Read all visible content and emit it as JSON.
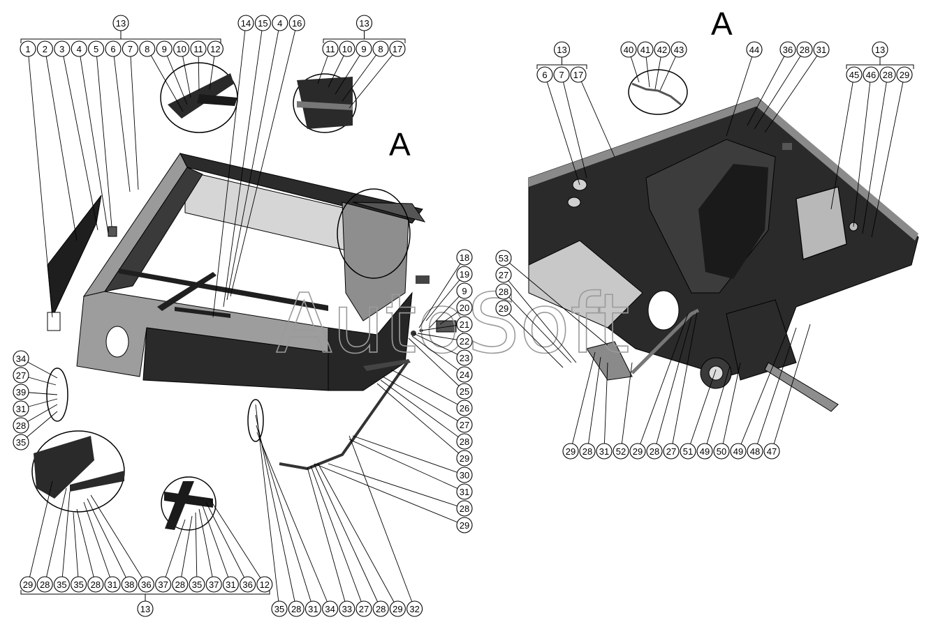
{
  "diagram": {
    "view_label_left": "A",
    "view_label_right": "A",
    "watermark": "AutoSoft",
    "groups": {
      "top_left": [
        "1",
        "2",
        "3",
        "4",
        "5",
        "6",
        "7",
        "8",
        "9",
        "10",
        "11",
        "12"
      ],
      "top_left_bracket": "13",
      "top_middle": [
        "14",
        "15",
        "4",
        "16"
      ],
      "top_right": [
        "11",
        "10",
        "9",
        "8",
        "17"
      ],
      "top_right_bracket": "13",
      "right_column": [
        "18",
        "19",
        "9",
        "20",
        "21",
        "22",
        "23",
        "24",
        "25",
        "26",
        "27",
        "28",
        "29",
        "30",
        "31",
        "28",
        "29"
      ],
      "left_column": [
        "34",
        "27",
        "39",
        "31",
        "28",
        "35"
      ],
      "bottom_left": [
        "29",
        "28",
        "35",
        "35",
        "28",
        "31",
        "38",
        "36",
        "37",
        "28",
        "35",
        "37",
        "31",
        "36",
        "12"
      ],
      "bottom_left_bracket": "13",
      "bottom_middle": [
        "35",
        "28",
        "31",
        "34",
        "33",
        "27",
        "28",
        "29",
        "32"
      ],
      "view_top_left": [
        "6",
        "7",
        "17"
      ],
      "view_top_left_bracket": "13",
      "view_top_mid": [
        "40",
        "41",
        "42",
        "43"
      ],
      "view_top_single": "44",
      "view_top_right": [
        "36",
        "28",
        "31"
      ],
      "view_top_far": [
        "45",
        "46",
        "28",
        "29"
      ],
      "view_top_far_bracket": "13",
      "view_side_left": [
        "53",
        "27",
        "28",
        "29"
      ],
      "view_bottom": [
        "29",
        "28",
        "31",
        "52",
        "29",
        "28",
        "27",
        "51",
        "49",
        "50",
        "49",
        "48",
        "47"
      ]
    }
  }
}
